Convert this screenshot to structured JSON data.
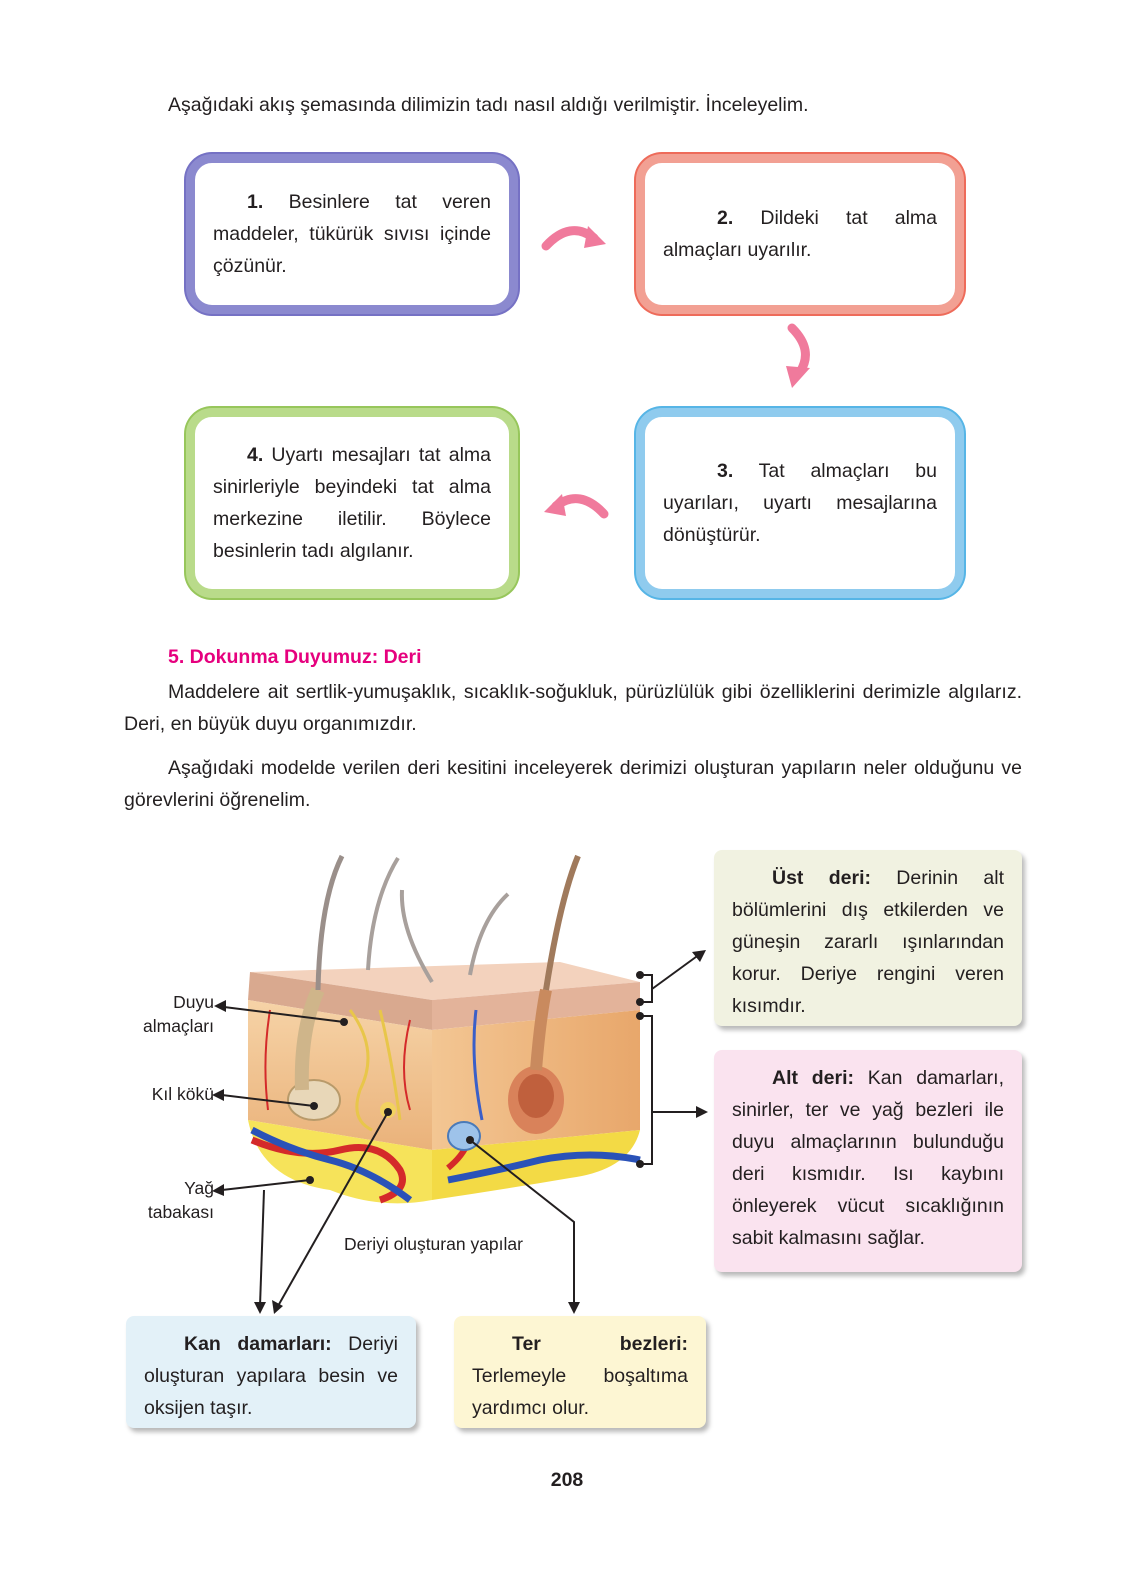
{
  "intro": "Aşağıdaki akış şemasında dilimizin tadı nasıl aldığı verilmiştir. İnceleyelim.",
  "flow": [
    {
      "num": "1.",
      "text": " Besinlere tat veren maddeler, tükürük sıvısı içinde çözünür.",
      "color": "#8b89cf"
    },
    {
      "num": "2.",
      "text": " Dildeki tat alma almaçları uyarılır.",
      "color": "#f2a093"
    },
    {
      "num": "3.",
      "text": " Tat almaçları bu uyarıları, uyartı mesajlarına dönüştürür.",
      "color": "#8fcbee"
    },
    {
      "num": "4.",
      "text": " Uyartı mesajları tat alma sinirleriyle beyindeki tat alma merkezine iletilir. Böylece besinlerin tadı algılanır.",
      "color": "#b9db8a"
    }
  ],
  "arrow_color": "#f07a9c",
  "section": {
    "title": "5. Dokunma Duyumuz: Deri",
    "title_color": "#e6007e",
    "p1": "Maddelere ait sertlik-yumuşaklık, sıcaklık-soğukluk, pürüzlülük gibi özelliklerini derimizle algılarız. Deri, en büyük duyu organımızdır.",
    "p2": "Aşağıdaki modelde verilen deri kesitini inceleyerek derimizi oluşturan yapıların neler olduğunu ve görevlerini öğrenelim."
  },
  "diagram": {
    "labels": {
      "duyu_1": "Duyu",
      "duyu_2": "almaçları",
      "kil": "Kıl kökü",
      "yag_1": "Yağ",
      "yag_2": "tabakası"
    },
    "caption": "Deriyi oluşturan yapılar",
    "boxes": {
      "ust": {
        "term": "Üst deri:",
        "text": " Derinin alt bölümlerini dış etkilerden ve güneşin zararlı ışınlarından korur. Deriye rengini veren kısımdır."
      },
      "alt": {
        "term": "Alt deri:",
        "text": " Kan damarları, sinirler, ter ve yağ bezleri ile duyu almaçlarının bulunduğu deri kısmıdır. Isı kaybını önleyerek vücut sıcaklığının sabit kalmasını sağlar."
      },
      "kan": {
        "term": "Kan damarları:",
        "text": " Deriyi oluşturan yapılara besin ve oksijen taşır."
      },
      "ter": {
        "term": "Ter bezleri:",
        "text": " Terlemeyle boşaltıma yardımcı olur."
      }
    }
  },
  "page_number": "208"
}
